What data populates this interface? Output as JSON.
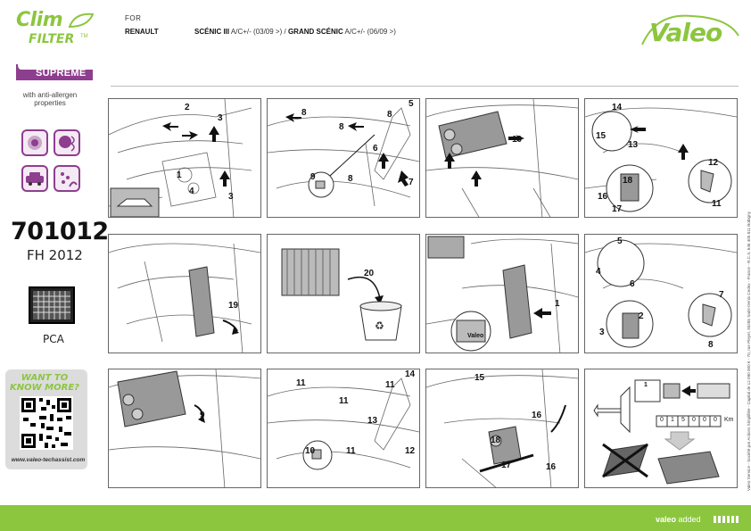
{
  "brand": {
    "logo_clim": "Clim",
    "logo_filter": "FILTER",
    "logo_tm": "TM",
    "logo_supreme": "SUPREME",
    "tagline": "with anti-allergen properties",
    "valeo_logo": "Valeo",
    "colors": {
      "green": "#8cc63f",
      "purple": "#8e3e8e"
    }
  },
  "product": {
    "part_number": "701012",
    "reference": "FH 2012",
    "filter_type": "PCA"
  },
  "vehicle": {
    "for_label": "FOR",
    "make": "RENAULT",
    "model1_name": "SCÉNIC III",
    "model1_spec": "A/C+/- (03/09 >) /",
    "model2_name": "GRAND SCÉNIC",
    "model2_spec": "A/C+/- (06/09 >)"
  },
  "promo": {
    "want_line1": "WANT TO",
    "want_line2": "KNOW MORE?",
    "url": "www.valeo-techassist.com"
  },
  "display_counter": [
    "0",
    "1",
    "5",
    "0",
    "0",
    "0",
    "Km"
  ],
  "panels": [
    {
      "id": "p1",
      "callouts": [
        "2",
        "3",
        "1",
        "4",
        "3"
      ]
    },
    {
      "id": "p2",
      "callouts": [
        "8",
        "8",
        "8",
        "5",
        "6",
        "9",
        "8",
        "7"
      ]
    },
    {
      "id": "p3",
      "callouts": [
        "10"
      ]
    },
    {
      "id": "p4",
      "callouts": [
        "14",
        "15",
        "13",
        "12",
        "16",
        "18",
        "17",
        "11"
      ]
    },
    {
      "id": "p5",
      "callouts": [
        "19"
      ]
    },
    {
      "id": "p6",
      "callouts": [
        "20"
      ]
    },
    {
      "id": "p7",
      "callouts": [
        "1",
        "Valeo"
      ]
    },
    {
      "id": "p8",
      "callouts": [
        "5",
        "4",
        "6",
        "7",
        "2",
        "3",
        "8"
      ]
    },
    {
      "id": "p9",
      "callouts": [
        "9"
      ]
    },
    {
      "id": "p10",
      "callouts": [
        "11",
        "11",
        "11",
        "14",
        "13",
        "10",
        "11",
        "12"
      ]
    },
    {
      "id": "p11",
      "callouts": [
        "15",
        "16",
        "18",
        "17",
        "16"
      ]
    },
    {
      "id": "p12",
      "callouts": [
        "1"
      ]
    }
  ],
  "side_legal": "Valeo Service - Société par Actions Simplifiée - Capital de 12 090 000 € - 70, rue Pleyel, 93285 Saint-Denis Cedex - France - R.C.S. 646 405 811 Bobigny",
  "footer": {
    "brand": "valeo",
    "added": "added"
  }
}
